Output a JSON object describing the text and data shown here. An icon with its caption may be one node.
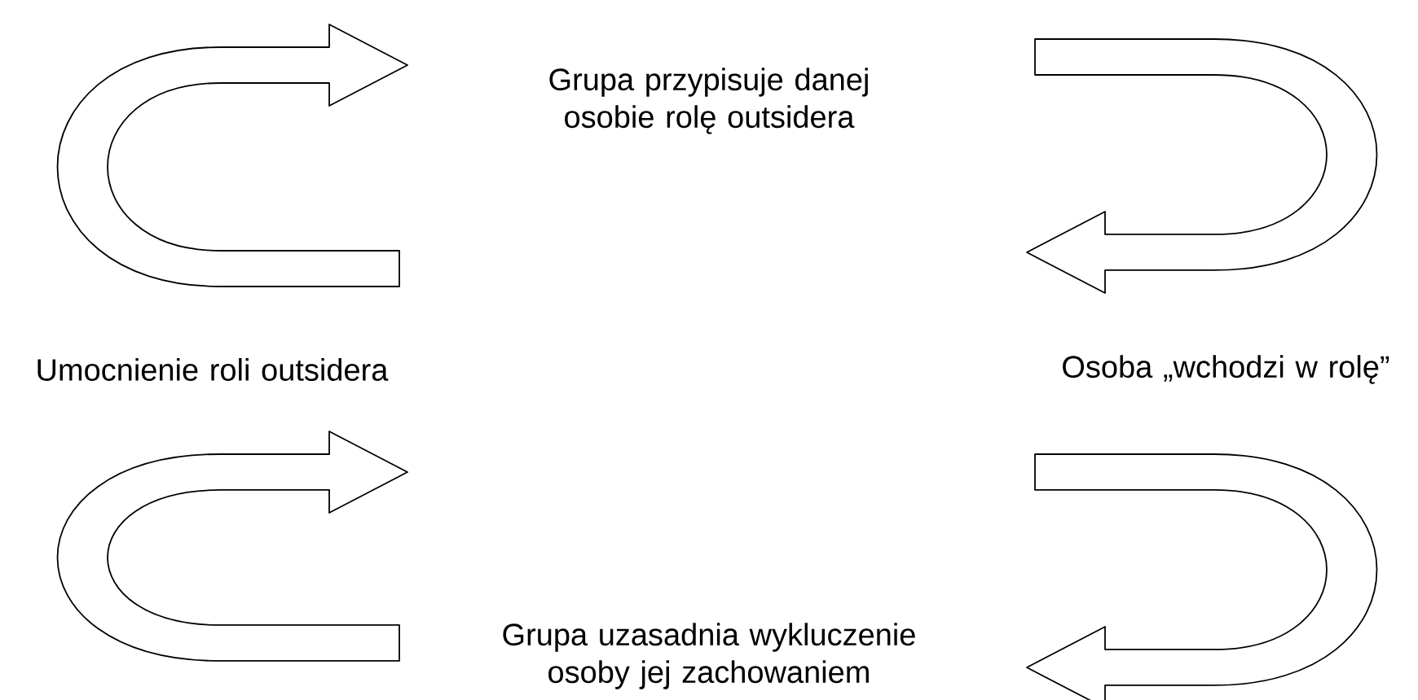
{
  "diagram": {
    "nodes": [
      {
        "text": [
          "Grupa przypisuje danej osobie rolę outsidera"
        ]
      },
      {
        "text": [
          "Osoba „wchodzi w rolę”"
        ]
      },
      {
        "text": [
          "Grupa uzasadnia wykluczenie osoby jej zachowaniem"
        ]
      },
      {
        "text": [
          "Umocnienie roli outsidera"
        ]
      }
    ]
  }
}
